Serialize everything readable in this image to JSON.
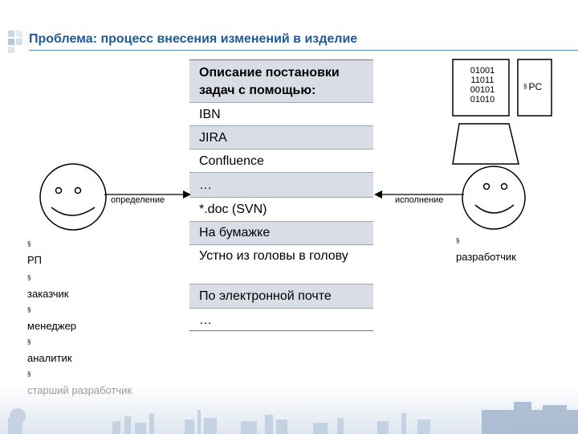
{
  "title": "Проблема: процесс внесения изменений в изделие",
  "table": {
    "header": "Описание постановки задач с помощью:",
    "rows": [
      "IBN",
      "JIRA",
      "Confluence",
      "…",
      "*.doc (SVN)",
      "На бумажке",
      "Устно из головы в голову",
      "По электронной почте",
      "…"
    ]
  },
  "computer": {
    "binary": [
      "01001",
      "11011",
      "00101",
      "01010"
    ],
    "pc_label": "PC"
  },
  "left_arrow_label": "определение",
  "right_arrow_label": "исполнение",
  "left_roles": [
    "РП",
    "заказчик",
    "менеджер",
    "аналитик",
    "старший разработчик"
  ],
  "right_roles": [
    "разработчик"
  ],
  "bullet": "§",
  "colors": {
    "title": "#1f5a96",
    "row_shade": "#d9dee6",
    "accent": "#5b8fc6"
  }
}
